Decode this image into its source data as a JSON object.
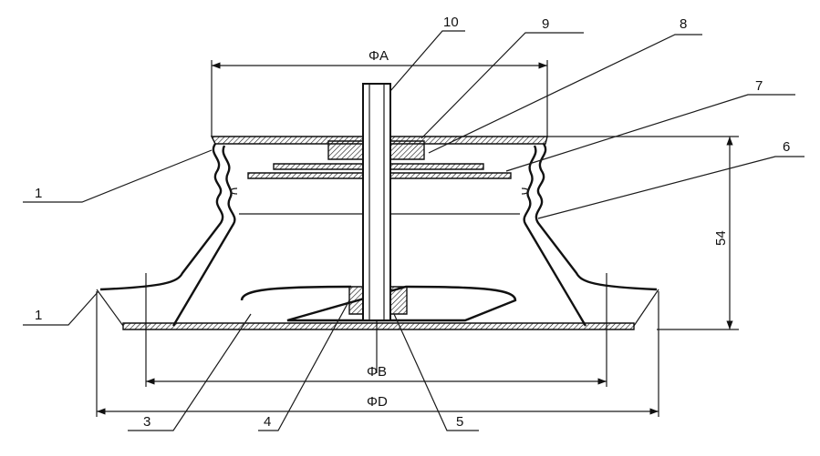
{
  "dimensions": {
    "phiA": "ΦA",
    "phiB": "ΦB",
    "phiD": "ΦD",
    "height": "54"
  },
  "parts": [
    {
      "label": "10"
    },
    {
      "label": "9"
    },
    {
      "label": "8"
    },
    {
      "label": "7"
    },
    {
      "label": "6"
    },
    {
      "label": "1"
    },
    {
      "label": "1"
    },
    {
      "label": "3"
    },
    {
      "label": "4"
    },
    {
      "label": "5"
    }
  ]
}
